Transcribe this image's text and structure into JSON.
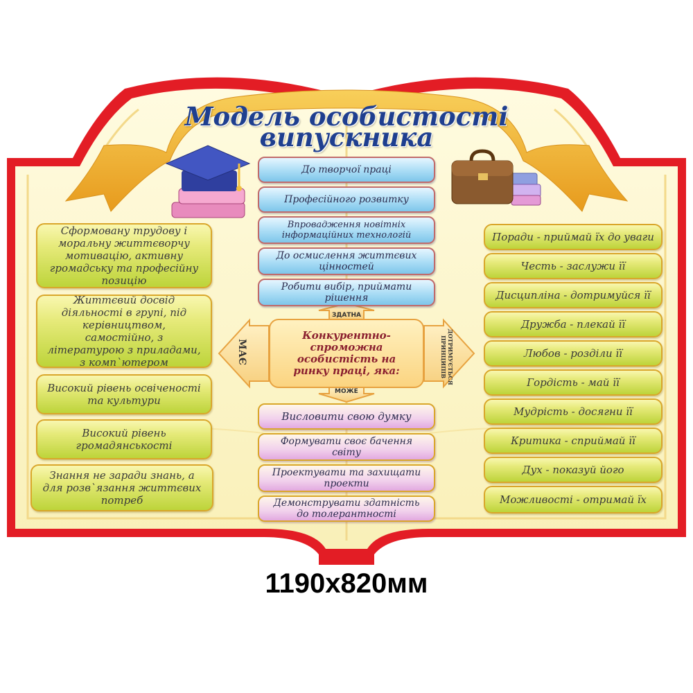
{
  "title": {
    "line1": "Модель особистості",
    "line2": "випускника"
  },
  "left_items": [
    "Сформовану трудову і моральну життєворчу мотивацію, активну громадську та професійну позицію",
    "Життєвий досвід діяльності в групі, під керівництвом, самостійно, з літературою з приладами, з комп`ютером",
    "Високий рівень освіченості та культури",
    "Високий рівень громадянськості",
    "Знання не заради знань, а для розв`язання життєвих потреб"
  ],
  "top_items": [
    "До творчої праці",
    "Професійного розвитку",
    "Впровадження новітніх інформаційних технологій",
    "До осмислення життєвих цінностей",
    "Робити вибір, приймати рішення"
  ],
  "bottom_items": [
    "Висловити свою думку",
    "Формувати своє бачення світу",
    "Проектувати та захищати проекти",
    "Демонструвати здатність до толерантності"
  ],
  "right_items": [
    "Поради - приймай їх до уваги",
    "Честь - заслужи її",
    "Дисципліна - дотримуйся її",
    "Дружба - плекай її",
    "Любов - розділи її",
    "Гордість - май її",
    "Мудрість - досягни її",
    "Критика - сприймай її",
    "Дух - показуй його",
    "Можливості - отримай їх"
  ],
  "center": {
    "text": "Конкурентно-спроможна особистість на ринку праці, яка:",
    "label_top": "ЗДАТНА",
    "label_bottom": "МОЖЕ",
    "label_left": "МАЄ",
    "label_right": "ДОТРИМУЄТЬСЯ ПРИНЦИПІВ"
  },
  "size": "1190x820мм",
  "colors": {
    "frame": "#e31d25",
    "page": "#fdf7c9",
    "ribbon": "#f2b233",
    "title": "#1f3f8f"
  },
  "icons": [
    "graduation-cap-icon",
    "books-icon",
    "briefcase-icon"
  ]
}
